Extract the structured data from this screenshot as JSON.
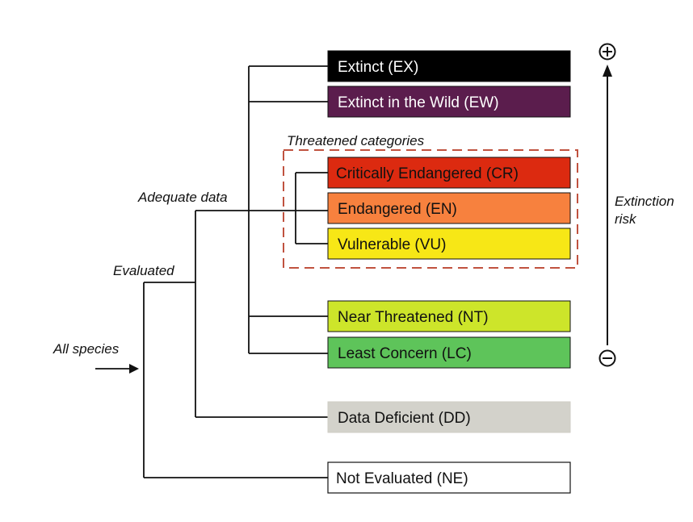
{
  "labels": {
    "all_species": "All species",
    "evaluated": "Evaluated",
    "adequate_data": "Adequate data",
    "threatened_categories": "Threatened categories",
    "extinction_risk_line1": "Extinction",
    "extinction_risk_line2": "risk"
  },
  "categories": [
    {
      "id": "ex",
      "label": "Extinct (EX)",
      "fill": "#000000",
      "text_color": "#ffffff"
    },
    {
      "id": "ew",
      "label": "Extinct in the Wild (EW)",
      "fill": "#5b1d4d",
      "text_color": "#ffffff"
    },
    {
      "id": "cr",
      "label": "Critically Endangered (CR)",
      "fill": "#dc2a10",
      "text_color": "#111111"
    },
    {
      "id": "en",
      "label": "Endangered (EN)",
      "fill": "#f7813e",
      "text_color": "#111111"
    },
    {
      "id": "vu",
      "label": "Vulnerable (VU)",
      "fill": "#f7e716",
      "text_color": "#111111"
    },
    {
      "id": "nt",
      "label": "Near Threatened (NT)",
      "fill": "#cde52a",
      "text_color": "#111111"
    },
    {
      "id": "lc",
      "label": "Least Concern (LC)",
      "fill": "#5ec45a",
      "text_color": "#111111"
    },
    {
      "id": "dd",
      "label": "Data Deficient (DD)",
      "fill": "#d3d2cb",
      "text_color": "#111111"
    },
    {
      "id": "ne",
      "label": "Not Evaluated (NE)",
      "fill": "#ffffff",
      "text_color": "#111111"
    }
  ],
  "colors": {
    "threatened_border": "#c0523f",
    "line": "#111111"
  },
  "icons": {
    "top": "plus-circle-icon",
    "bottom": "minus-circle-icon"
  }
}
